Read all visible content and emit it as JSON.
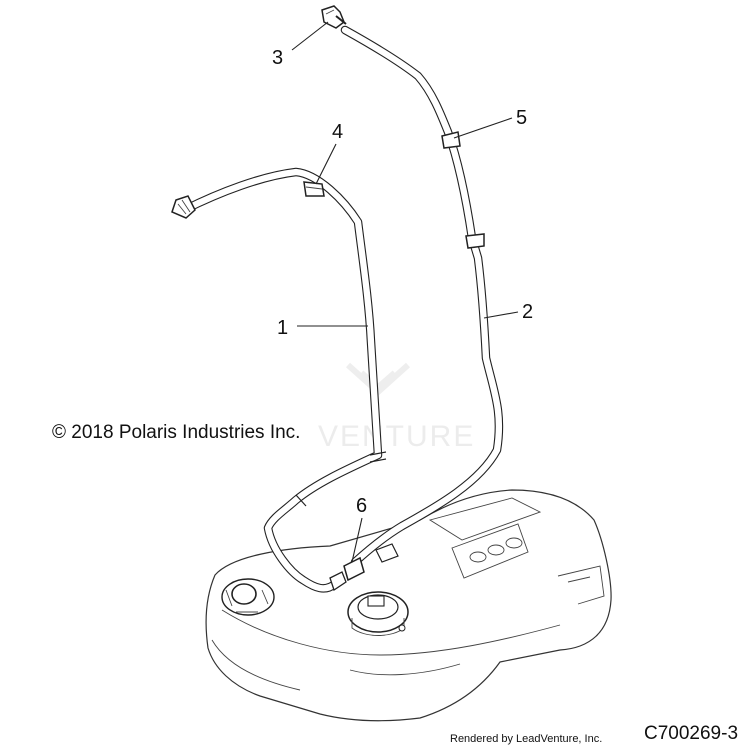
{
  "callouts": [
    {
      "label": "1"
    },
    {
      "label": "2"
    },
    {
      "label": "3"
    },
    {
      "label": "4"
    },
    {
      "label": "5"
    },
    {
      "label": "6"
    }
  ],
  "copyright": "© 2018 Polaris Industries Inc.",
  "watermark": "VENTURE",
  "rendered_by": "Rendered by LeadVenture, Inc.",
  "figure_id": "C700269-3"
}
